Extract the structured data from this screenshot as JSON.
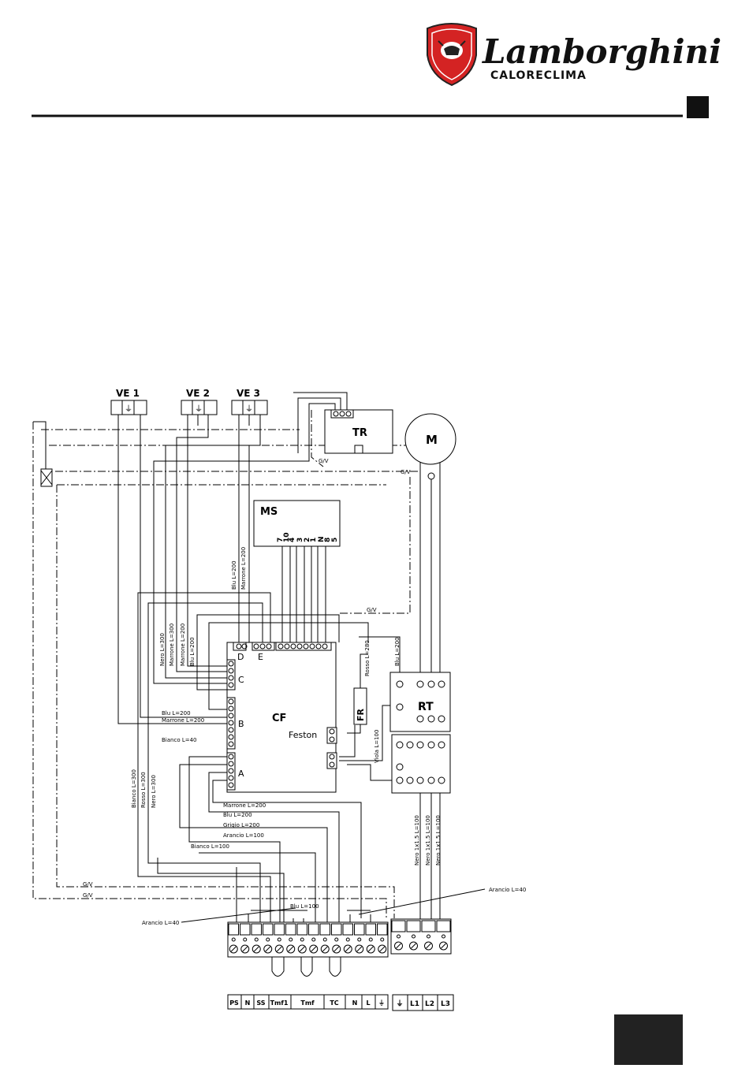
{
  "brand": {
    "name": "Lamborghini",
    "sub": "CALORECLIMA"
  },
  "components": {
    "ve1": "VE 1",
    "ve2": "VE 2",
    "ve3": "VE 3",
    "tr": "TR",
    "m": "M",
    "ms": "MS",
    "cf": "CF",
    "rt": "RT",
    "fr": "FR",
    "feston": "Feston"
  },
  "connectors": {
    "a": "A",
    "b": "B",
    "c": "C",
    "d": "D",
    "e": "E"
  },
  "ms_pins": [
    "7",
    "10",
    "4",
    "3",
    "2",
    "1",
    "N",
    "8",
    "5"
  ],
  "gv": "G/V",
  "wires": {
    "blu_200_a": "Blu L=200",
    "marrone_200_a": "Marrone L=200",
    "nero_300": "Nero L=300",
    "marrone_300": "Marrone L=300",
    "marrone_200_b": "Marrone L=200",
    "blu_200_b": "Blu L=200",
    "blu_200_c": "Blu L=200",
    "marrone_200_c": "Marrone L=200",
    "bianco_40": "Bianco L=40",
    "rosso_280": "Rosso L=280",
    "blu_200_d": "Blu L=200",
    "viola_100": "Viola L=100",
    "bianco_300": "Bianco L=300",
    "rosso_300": "Rosso L=300",
    "nero_300_b": "Nero L=300",
    "marrone_200_d": "Marrone L=200",
    "blu_200_e": "Blu L=200",
    "grigio_200": "Grigio L=200",
    "arancio_100": "Arancio L=100",
    "bianco_100": "Bianco L=100",
    "blu_100": "Blu L=100",
    "arancio_40_a": "Arancio L=40",
    "arancio_40_b": "Arancio L=40",
    "nero_15_a": "Nero 1x1.5 L=100",
    "nero_15_b": "Nero 1x1.5 L=100",
    "nero_15_c": "Nero 1x1.5 L=100"
  },
  "terminals_left": [
    "PS",
    "N",
    "SS",
    "Tmf1",
    "Tmf",
    "TC",
    "N",
    "L",
    "⏚"
  ],
  "terminals_right": [
    "⏚",
    "L1",
    "L2",
    "L3"
  ]
}
